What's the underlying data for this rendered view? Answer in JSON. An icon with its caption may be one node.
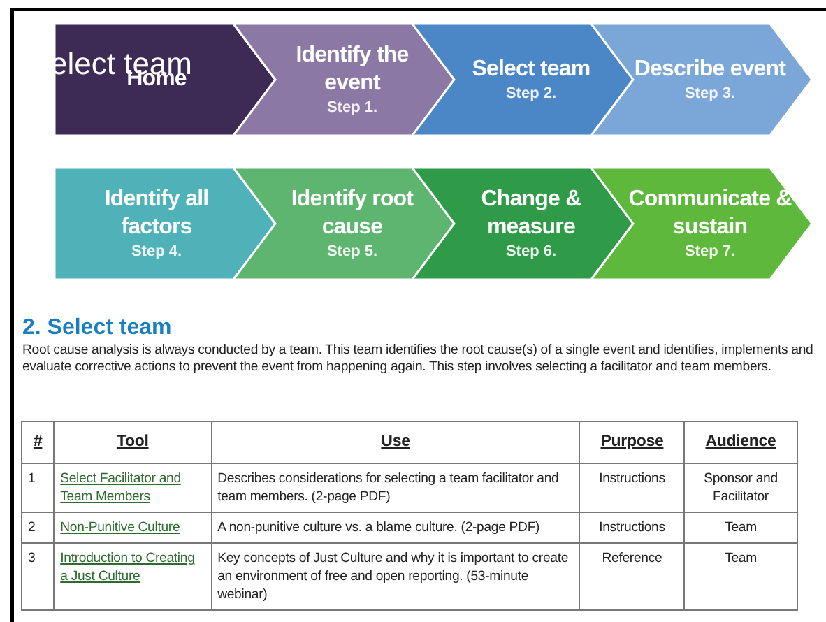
{
  "diagram": {
    "nodes": [
      {
        "text": [
          "Home"
        ]
      },
      {
        "text": [
          "Identify the event",
          "Step 1."
        ]
      },
      {
        "text": [
          "Select team",
          "Step 2."
        ]
      },
      {
        "text": [
          "Describe event",
          "Step 3."
        ]
      },
      {
        "text": [
          "Identify all factors",
          "Step 4."
        ]
      },
      {
        "text": [
          "Identify root cause",
          "Step 5."
        ]
      },
      {
        "text": [
          "Change & measure",
          "Step 6."
        ]
      },
      {
        "text": [
          "Communicate & sustain",
          "Step 7."
        ]
      }
    ],
    "edges": [],
    "labels": [
      "elect team",
      "2. Select team",
      "Root cause analysis is always conducted by a team. This team identifies the root cause(s) of a single event and identifies, implements and evaluate corrective actions to prevent the event from happening again. This step involves selecting a facilitator and team members.",
      "#",
      "Tool",
      "Use",
      "Purpose",
      "Audience",
      "1",
      "Select Facilitator and Team Members",
      "Describes considerations for selecting a team facilitator and team members. (2-page PDF)",
      "Instructions",
      "Sponsor and Facilitator",
      "2",
      "Non-Punitive Culture",
      "A non-punitive culture vs. a blame culture. (2-page PDF)",
      "Instructions",
      "Team",
      "3",
      "Introduction to Creating a Just Culture",
      "Key concepts of Just Culture and why it is important to create an environment of free and open reporting. (53-minute webinar)",
      "Reference",
      "Team"
    ]
  }
}
